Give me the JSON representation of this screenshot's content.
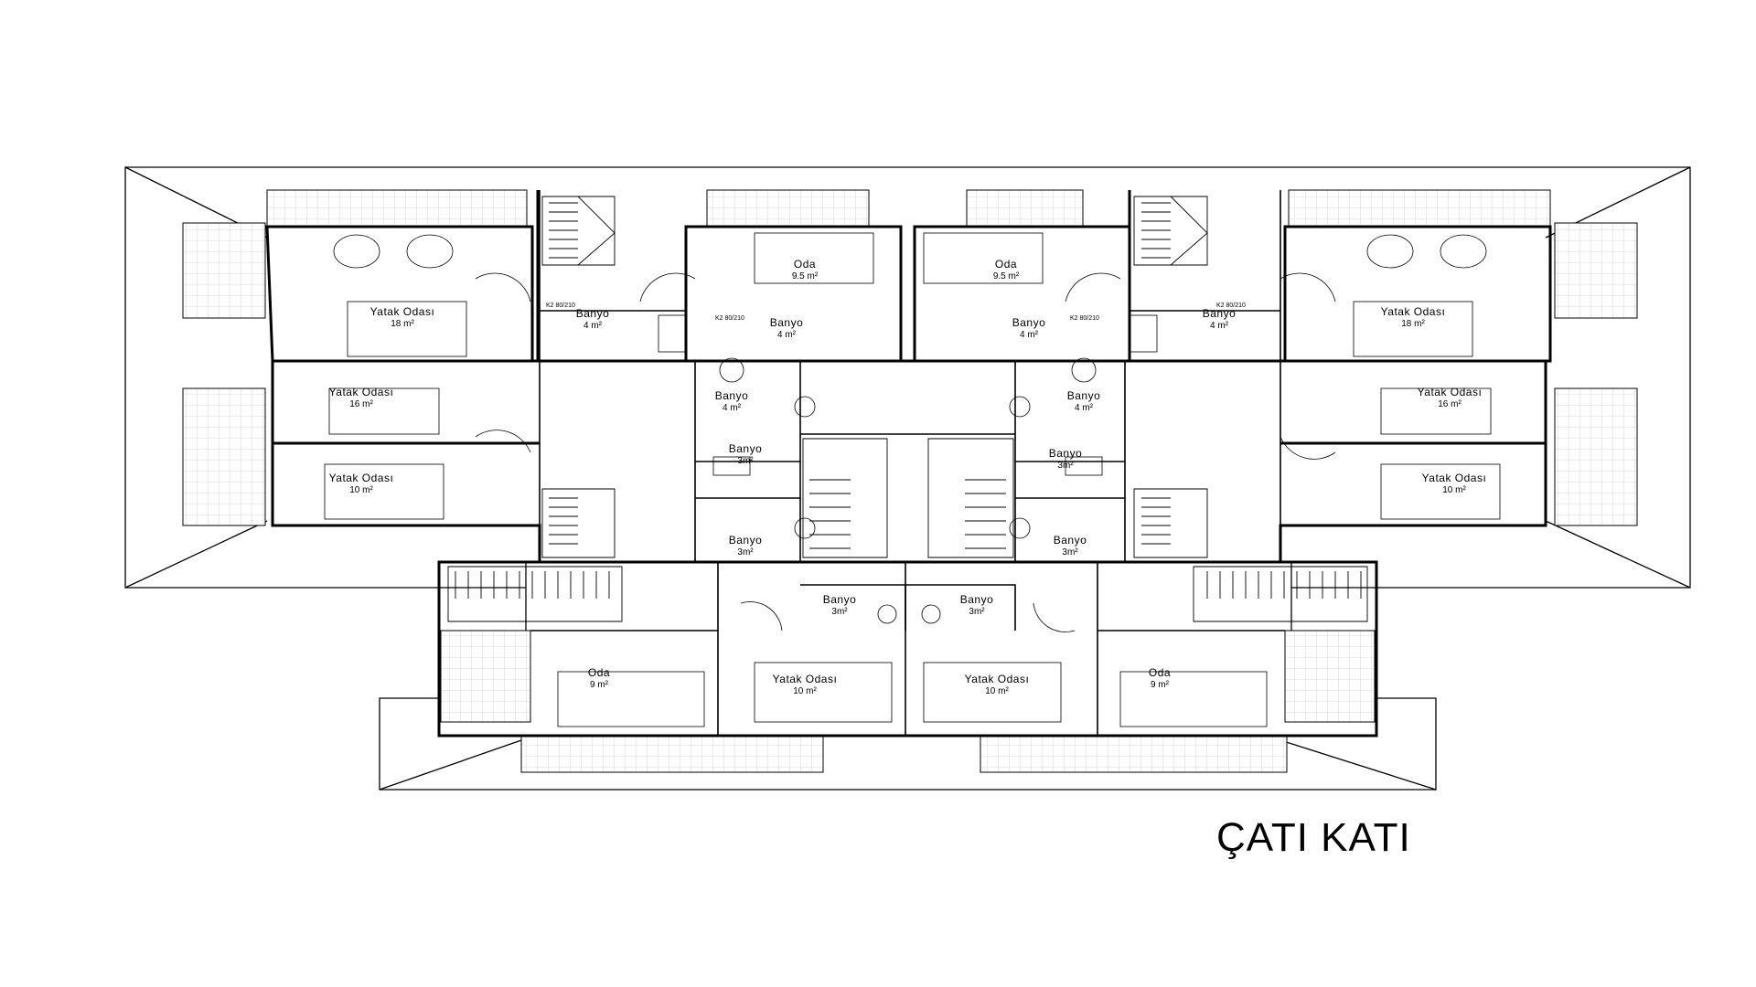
{
  "caption": "ÇATI KATI",
  "rooms": [
    {
      "name": "Yatak  Odası",
      "area": "18 m²"
    },
    {
      "name": "Banyo",
      "area": "4 m²"
    },
    {
      "name": "Oda",
      "area": "9.5 m²"
    },
    {
      "name": "Banyo",
      "area": "4 m²"
    },
    {
      "name": "Oda",
      "area": "9.5 m²"
    },
    {
      "name": "Banyo",
      "area": "4 m²"
    },
    {
      "name": "Banyo",
      "area": "4 m²"
    },
    {
      "name": "Yatak  Odası",
      "area": "18 m²"
    },
    {
      "name": "Yatak  Odası",
      "area": "16 m²"
    },
    {
      "name": "Banyo",
      "area": "4 m²"
    },
    {
      "name": "Banyo",
      "area": "4 m²"
    },
    {
      "name": "Yatak  Odası",
      "area": "16 m²"
    },
    {
      "name": "Yatak  Odası",
      "area": "10 m²"
    },
    {
      "name": "Banyo",
      "area": "3m²"
    },
    {
      "name": "Banyo",
      "area": "3m²"
    },
    {
      "name": "Yatak  Odası",
      "area": "10 m²"
    },
    {
      "name": "Banyo",
      "area": "3m²"
    },
    {
      "name": "Banyo",
      "area": "3m²"
    },
    {
      "name": "Banyo",
      "area": "3m²"
    },
    {
      "name": "Banyo",
      "area": "3m²"
    },
    {
      "name": "Oda",
      "area": "9 m²"
    },
    {
      "name": "Yatak  Odası",
      "area": "10 m²"
    },
    {
      "name": "Yatak  Odası",
      "area": "10 m²"
    },
    {
      "name": "Oda",
      "area": "9 m²"
    }
  ],
  "door_tags": [
    "K2 80/210",
    "K2 80/210",
    "K2 80/210",
    "K2 80/210"
  ]
}
